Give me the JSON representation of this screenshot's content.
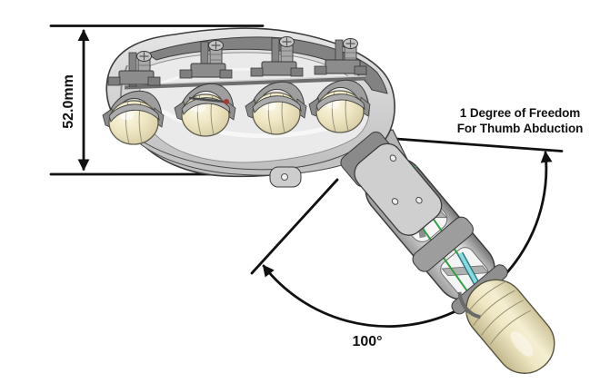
{
  "figure": {
    "background": "#ffffff",
    "annotation_color": "#111111",
    "description": "CAD rendering of a prosthetic hand palm with four knuckle domes and an abducted thumb, annotated with dimensions"
  },
  "annotations": {
    "height_dimension": "52.0mm",
    "dof_line1": "1 Degree of Freedom",
    "dof_line2": "For Thumb Abduction",
    "angle": "100°"
  },
  "model": {
    "palm_fill": "#d8d8d8",
    "palm_top_band": "#828282",
    "dome_fill": "#efe7c3",
    "dome_highlight": "#fbf8e8",
    "dome_shadow": "#cfc69c",
    "tendon_green": "#2f9e44",
    "rod_cyan": "#8adbe0",
    "pin_red": "#a63a2e",
    "finger_count": 4
  }
}
